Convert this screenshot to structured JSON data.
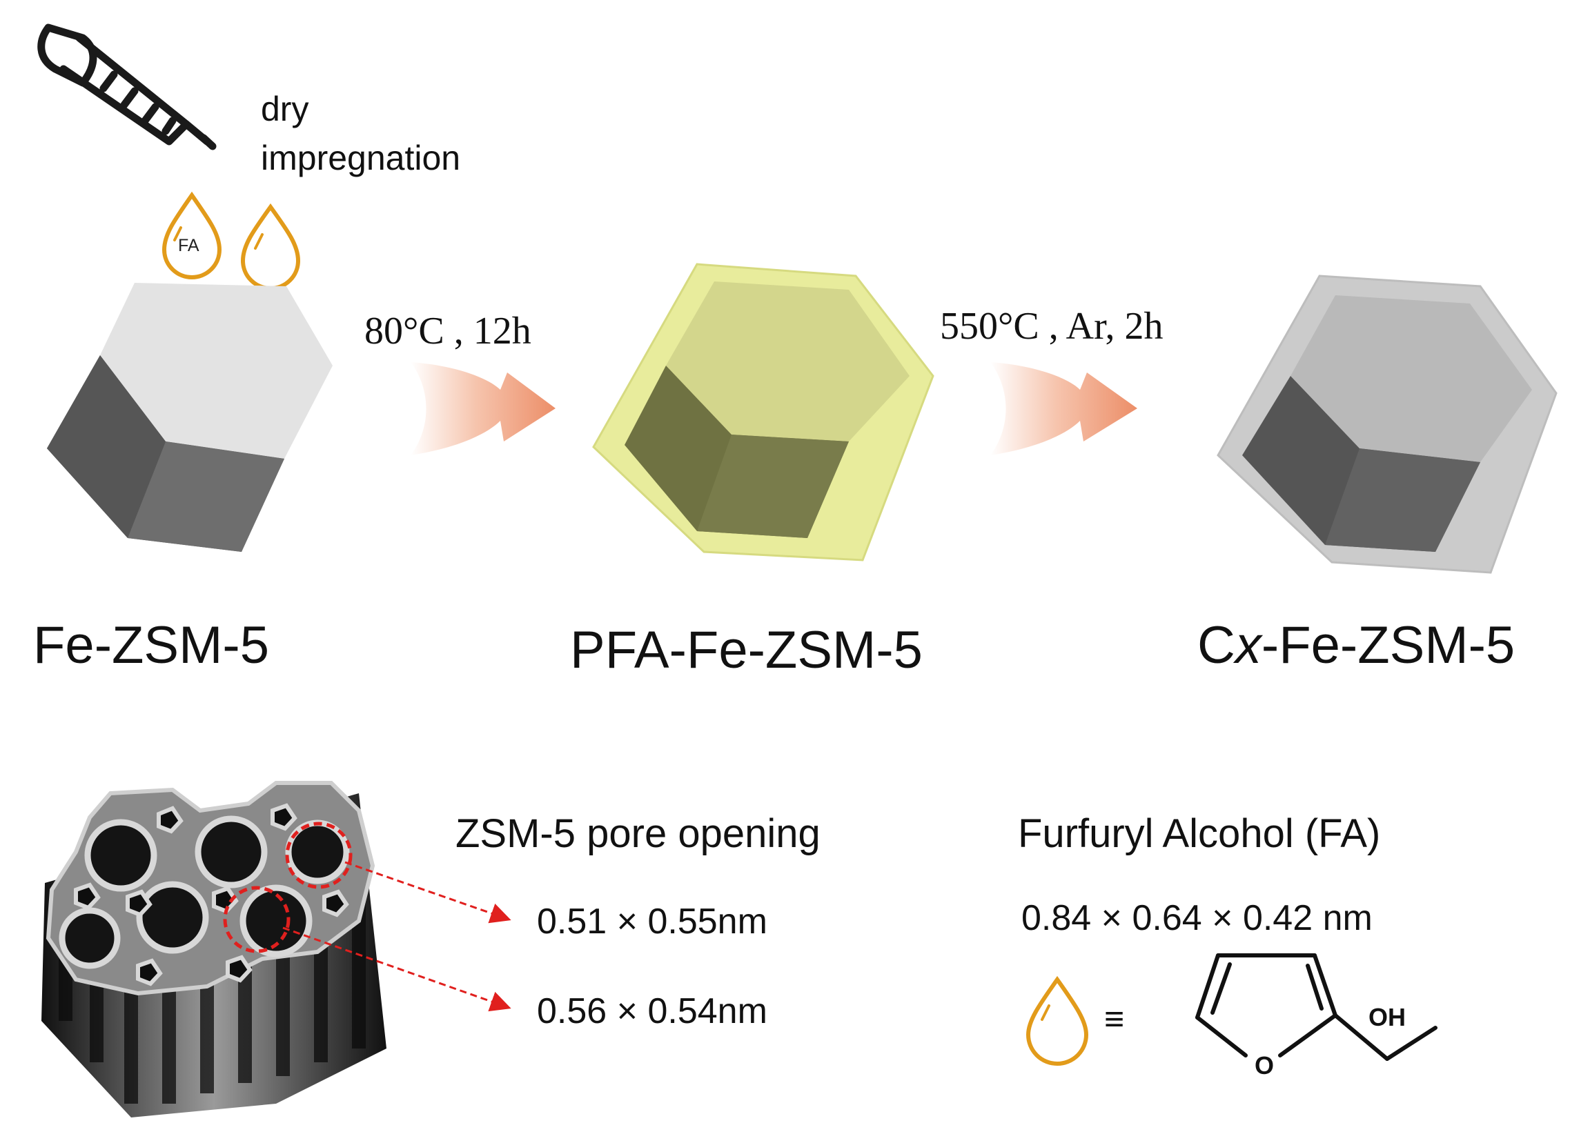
{
  "step1": {
    "action_line1": "dry",
    "action_line2": "impregnation",
    "droplet_tag": "FA",
    "material": "Fe-ZSM-5"
  },
  "arrow1": {
    "condition": "80°C , 12h"
  },
  "step2": {
    "material": "PFA-Fe-ZSM-5"
  },
  "arrow2": {
    "condition": "550°C , Ar, 2h"
  },
  "step3": {
    "material_prefix": "C",
    "material_var": "x",
    "material_suffix": "-Fe-ZSM-5"
  },
  "pore": {
    "title": "ZSM-5 pore opening",
    "size1": "0.51 × 0.55nm",
    "size2": "0.56 × 0.54nm"
  },
  "fa": {
    "title": "Furfuryl Alcohol (FA)",
    "size": "0.84 × 0.64 × 0.42 nm",
    "equiv": "≡",
    "oh": "OH",
    "o": "O"
  },
  "colors": {
    "droplet": "#e29b1a",
    "arrow": "#ee9a78",
    "crystal_top": "#e3e3e3",
    "crystal_left": "#5f5f5f",
    "crystal_right": "#777777",
    "pfa_coat": "#e8ec9c",
    "carbon_coat": "#c8c8c8",
    "pore_ring": "#e0201e"
  }
}
